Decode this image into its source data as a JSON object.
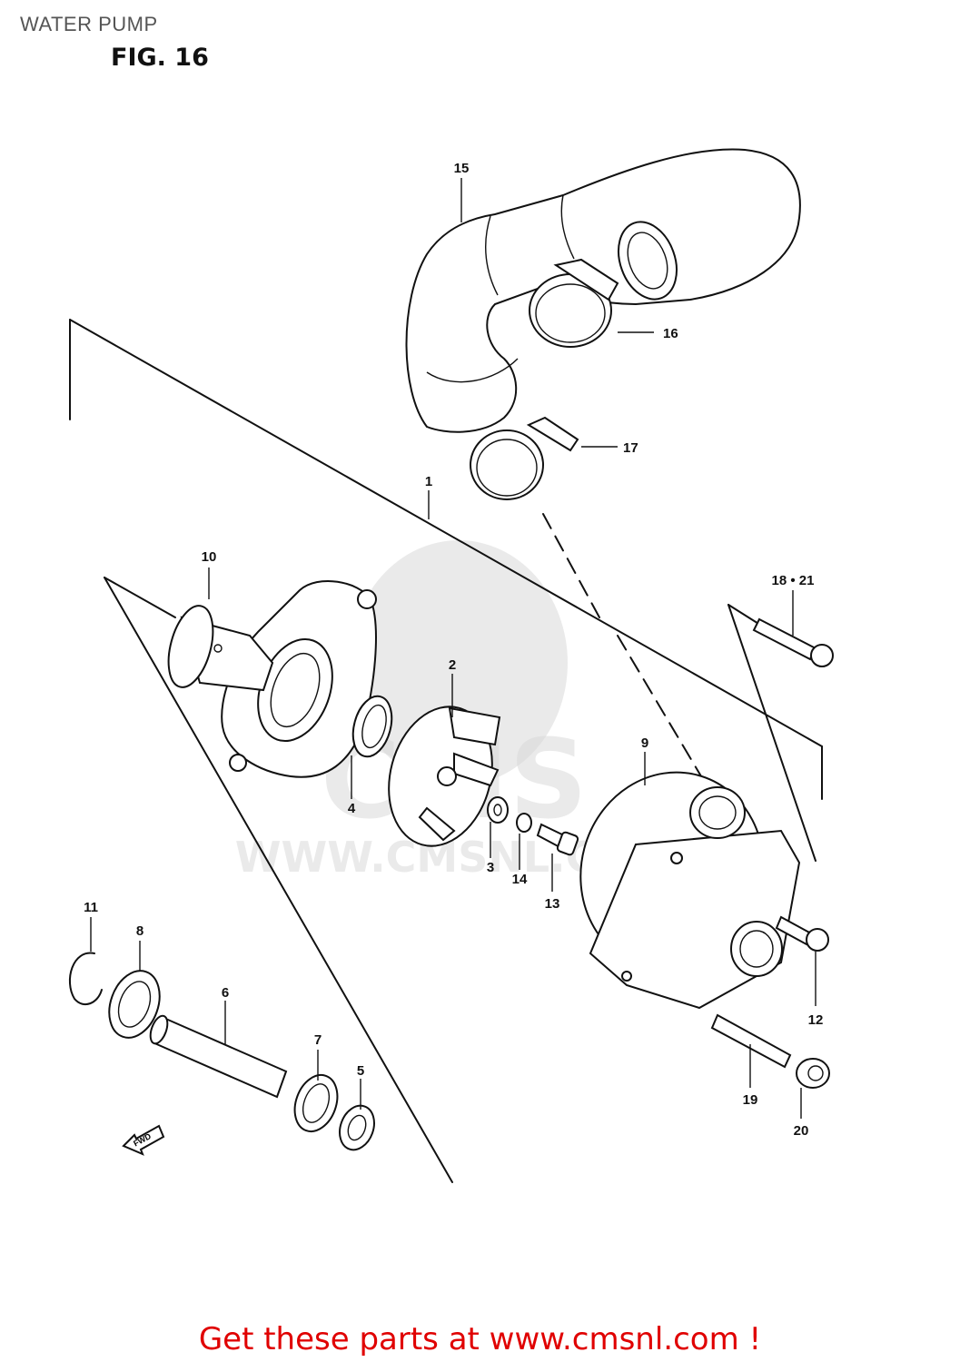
{
  "header": {
    "title": "WATER PUMP",
    "figure": "FIG. 16"
  },
  "watermark": {
    "site": "WWW.CMSNL.COM",
    "brand": "CMS"
  },
  "fwd_label": "FWD",
  "callouts": [
    {
      "id": "c1",
      "label": "1"
    },
    {
      "id": "c2",
      "label": "2"
    },
    {
      "id": "c3",
      "label": "3"
    },
    {
      "id": "c4",
      "label": "4"
    },
    {
      "id": "c5",
      "label": "5"
    },
    {
      "id": "c6",
      "label": "6"
    },
    {
      "id": "c7",
      "label": "7"
    },
    {
      "id": "c8",
      "label": "8"
    },
    {
      "id": "c9",
      "label": "9"
    },
    {
      "id": "c10",
      "label": "10"
    },
    {
      "id": "c11",
      "label": "11"
    },
    {
      "id": "c12",
      "label": "12"
    },
    {
      "id": "c13",
      "label": "13"
    },
    {
      "id": "c14",
      "label": "14"
    },
    {
      "id": "c15",
      "label": "15"
    },
    {
      "id": "c16",
      "label": "16"
    },
    {
      "id": "c17",
      "label": "17"
    },
    {
      "id": "c18",
      "label": "18 • 21"
    },
    {
      "id": "c19",
      "label": "19"
    },
    {
      "id": "c20",
      "label": "20"
    }
  ],
  "footer": {
    "text": "Get these parts at www.cmsnl.com !"
  },
  "colors": {
    "footer": "#e00000",
    "line": "#111111",
    "watermark": "#d9d9d9"
  }
}
